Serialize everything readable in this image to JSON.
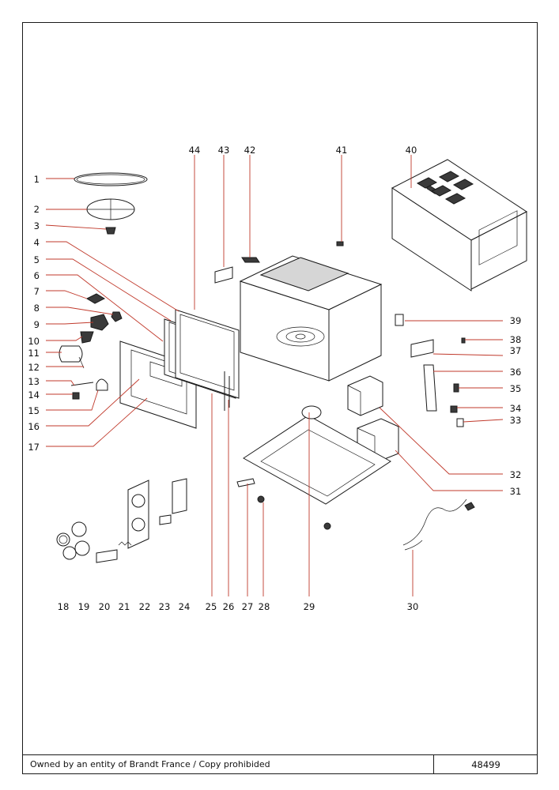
{
  "footer": {
    "owner_text": "Owned by an entity of Brandt France / Copy prohibided",
    "reference": "48499"
  },
  "callouts": [
    {
      "number": "1",
      "side": "left"
    },
    {
      "number": "2",
      "side": "left"
    },
    {
      "number": "3",
      "side": "left"
    },
    {
      "number": "4",
      "side": "left"
    },
    {
      "number": "5",
      "side": "left"
    },
    {
      "number": "6",
      "side": "left"
    },
    {
      "number": "7",
      "side": "left"
    },
    {
      "number": "8",
      "side": "left"
    },
    {
      "number": "9",
      "side": "left"
    },
    {
      "number": "10",
      "side": "left"
    },
    {
      "number": "11",
      "side": "left"
    },
    {
      "number": "12",
      "side": "left"
    },
    {
      "number": "13",
      "side": "left"
    },
    {
      "number": "14",
      "side": "left"
    },
    {
      "number": "15",
      "side": "left"
    },
    {
      "number": "16",
      "side": "left"
    },
    {
      "number": "17",
      "side": "left"
    },
    {
      "number": "18",
      "side": "bottom"
    },
    {
      "number": "19",
      "side": "bottom"
    },
    {
      "number": "20",
      "side": "bottom"
    },
    {
      "number": "21",
      "side": "bottom"
    },
    {
      "number": "22",
      "side": "bottom"
    },
    {
      "number": "23",
      "side": "bottom"
    },
    {
      "number": "24",
      "side": "bottom"
    },
    {
      "number": "25",
      "side": "bottom"
    },
    {
      "number": "26",
      "side": "bottom"
    },
    {
      "number": "27",
      "side": "bottom"
    },
    {
      "number": "28",
      "side": "bottom"
    },
    {
      "number": "29",
      "side": "bottom"
    },
    {
      "number": "30",
      "side": "bottom"
    },
    {
      "number": "31",
      "side": "right"
    },
    {
      "number": "32",
      "side": "right"
    },
    {
      "number": "33",
      "side": "right"
    },
    {
      "number": "34",
      "side": "right"
    },
    {
      "number": "35",
      "side": "right"
    },
    {
      "number": "36",
      "side": "right"
    },
    {
      "number": "37",
      "side": "right"
    },
    {
      "number": "38",
      "side": "right"
    },
    {
      "number": "39",
      "side": "right"
    },
    {
      "number": "40",
      "side": "top"
    },
    {
      "number": "41",
      "side": "top"
    },
    {
      "number": "42",
      "side": "top"
    },
    {
      "number": "43",
      "side": "top"
    },
    {
      "number": "44",
      "side": "top"
    }
  ]
}
